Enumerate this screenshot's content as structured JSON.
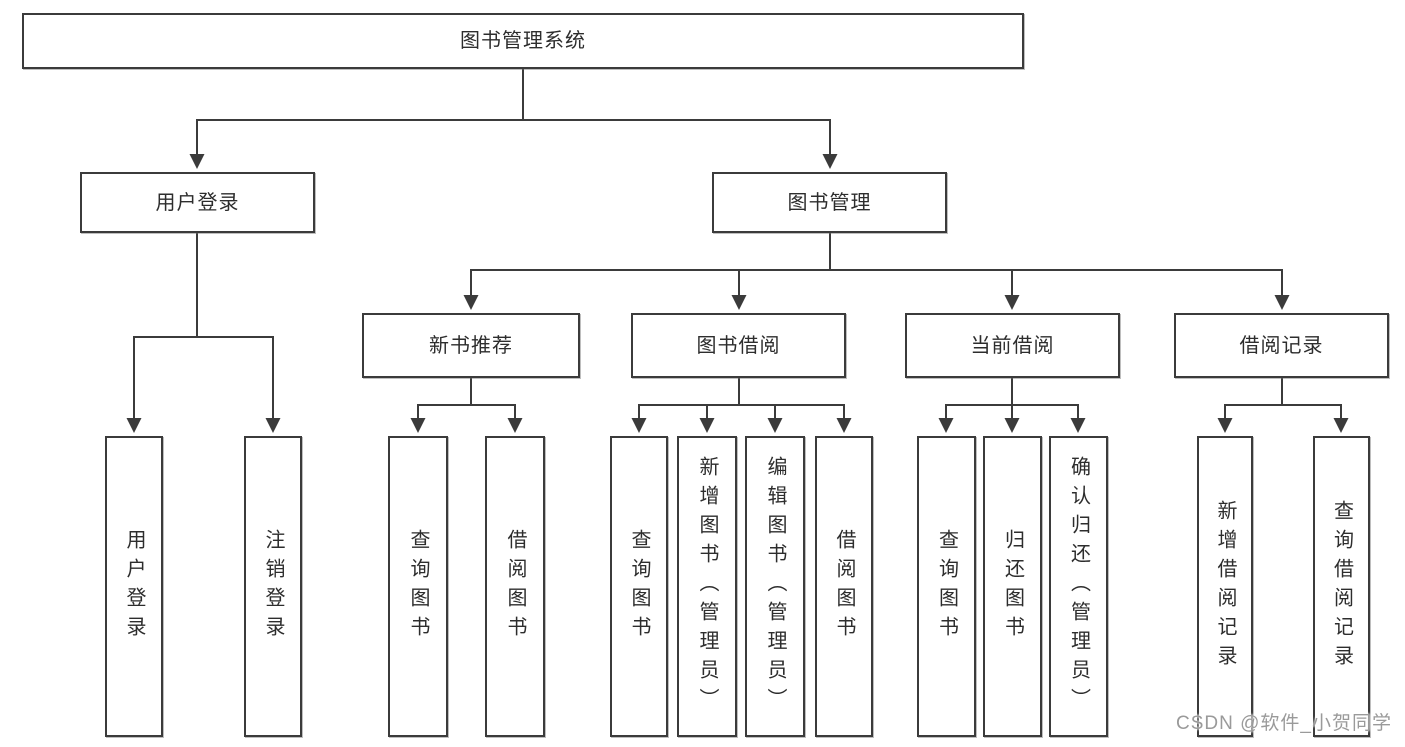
{
  "tree": {
    "label": "图书管理系统",
    "children": [
      {
        "label": "用户登录",
        "children": [
          {
            "label": "用户登录"
          },
          {
            "label": "注销登录"
          }
        ]
      },
      {
        "label": "图书管理",
        "children": [
          {
            "label": "新书推荐",
            "children": [
              {
                "label": "查询图书"
              },
              {
                "label": "借阅图书"
              }
            ]
          },
          {
            "label": "图书借阅",
            "children": [
              {
                "label": "查询图书"
              },
              {
                "label": "新增图书（管理员）"
              },
              {
                "label": "编辑图书（管理员）"
              },
              {
                "label": "借阅图书"
              }
            ]
          },
          {
            "label": "当前借阅",
            "children": [
              {
                "label": "查询图书"
              },
              {
                "label": "归还图书"
              },
              {
                "label": "确认归还（管理员）"
              }
            ]
          },
          {
            "label": "借阅记录",
            "children": [
              {
                "label": "新增借阅记录"
              },
              {
                "label": "查询借阅记录"
              }
            ]
          }
        ]
      }
    ]
  },
  "colors": {
    "line": "#3b3b3b",
    "text": "#2d2d2d",
    "background": "#ffffff",
    "watermark": "#9a9a9a"
  },
  "watermark": "CSDN @软件_小贺同学"
}
